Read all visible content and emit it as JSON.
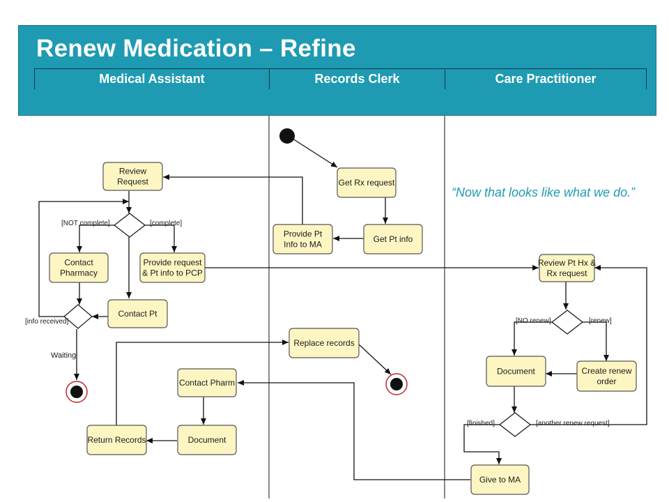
{
  "title": "Renew Medication – Refine",
  "lanes": [
    "Medical Assistant",
    "Records Clerk",
    "Care Practitioner"
  ],
  "quote": "“Now that looks like what we do.”",
  "nodes": {
    "review_request": [
      "Review",
      "Request"
    ],
    "contact_pharmacy": [
      "Contact",
      "Pharmacy"
    ],
    "provide_request": [
      "Provide request",
      "& Pt info to PCP"
    ],
    "contact_pt": [
      "Contact Pt"
    ],
    "return_records": [
      "Return Records"
    ],
    "document_ma": [
      "Document"
    ],
    "contact_pharm": [
      "Contact Pharm"
    ],
    "get_rx_request": [
      "Get Rx request"
    ],
    "get_pt_info": [
      "Get Pt info"
    ],
    "provide_pt_info": [
      "Provide Pt",
      "Info to MA"
    ],
    "replace_records": [
      "Replace records"
    ],
    "review_pt_hx": [
      "Review Pt Hx &",
      "Rx request"
    ],
    "document_cp": [
      "Document"
    ],
    "create_renew_order": [
      "Create renew",
      "order"
    ],
    "give_to_ma": [
      "Give to MA"
    ]
  },
  "guards": {
    "not_complete": "[NOT complete]",
    "complete": "[complete]",
    "info_received": "[info received]",
    "waiting": "Waiting",
    "no_renew": "[NO renew]",
    "renew": "[renew]",
    "finished": "[finished]",
    "another_renew": "[another renew request]"
  }
}
